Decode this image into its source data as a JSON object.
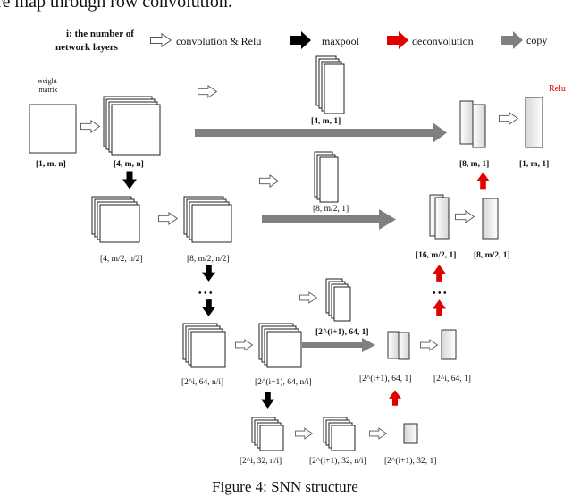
{
  "top_caption": "re map through row convolution.",
  "legend": {
    "layers_note_line1": "i: the number of",
    "layers_note_line2": "network layers",
    "convolution": "convolution & Relu",
    "maxpool": "maxpool",
    "deconvolution": "deconvolution",
    "copy": "copy"
  },
  "weight_matrix_line1": "weight",
  "weight_matrix_line2": "matrix",
  "relu_label": "Relu",
  "dims": {
    "d1": "[1, m, n]",
    "d2": "[4, m, n]",
    "d3": "[4, m, 1]",
    "d4": "[8, m, 1]",
    "d5": "[1, m, 1]",
    "d6": "[4, m/2, n/2]",
    "d7": "[8, m/2, n/2]",
    "d8": "[8, m/2, 1]",
    "d9": "[16, m/2, 1]",
    "d10": "[8, m/2, 1]",
    "d11": "[2^(i+1), 64, 1]",
    "d12": "[2^i, 64, n/i]",
    "d13": "[2^(i+1), 64, n/i]",
    "d14": "[2^(i+1), 64, 1]",
    "d15": "[2^i, 64, 1]",
    "d16": "[2^i, 32, n/i]",
    "d17": "[2^(i+1), 32, n/i]",
    "d18": "[2^(i+1), 32, 1]"
  },
  "ellipsis": "• • •",
  "colors": {
    "maxpool": "#000000",
    "deconvolution": "#e00000",
    "copy": "#7f7f7f",
    "convolution_outline": "#555555",
    "relu_label": "#e00000"
  },
  "figure_caption": "Figure 4: SNN structure"
}
